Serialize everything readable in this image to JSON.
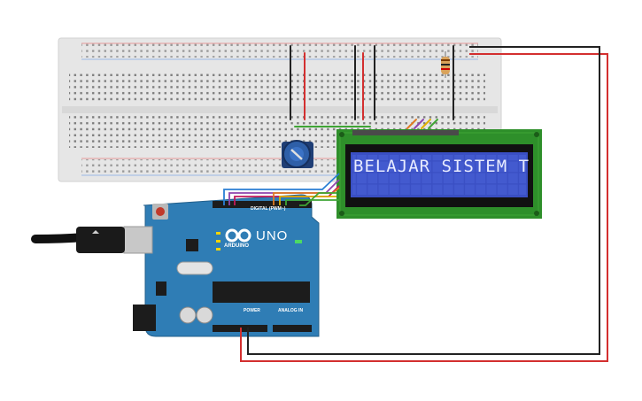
{
  "lcd": {
    "text": "BELAJAR SISTEM T"
  },
  "arduino": {
    "brand": "ARDUINO",
    "model": "UNO",
    "digital_header": "DIGITAL (PWM~)",
    "power_header": "POWER",
    "analog_header": "ANALOG IN"
  },
  "colors": {
    "breadboard": "#e6e6e6",
    "arduino_board": "#2f7db5",
    "lcd_pcb": "#2e8f2a",
    "lcd_screen": "#3a4fc4",
    "wire_red": "#d32f2f",
    "wire_black": "#222222",
    "wire_green": "#3fa535",
    "potentiometer": "#2e5fa8"
  }
}
